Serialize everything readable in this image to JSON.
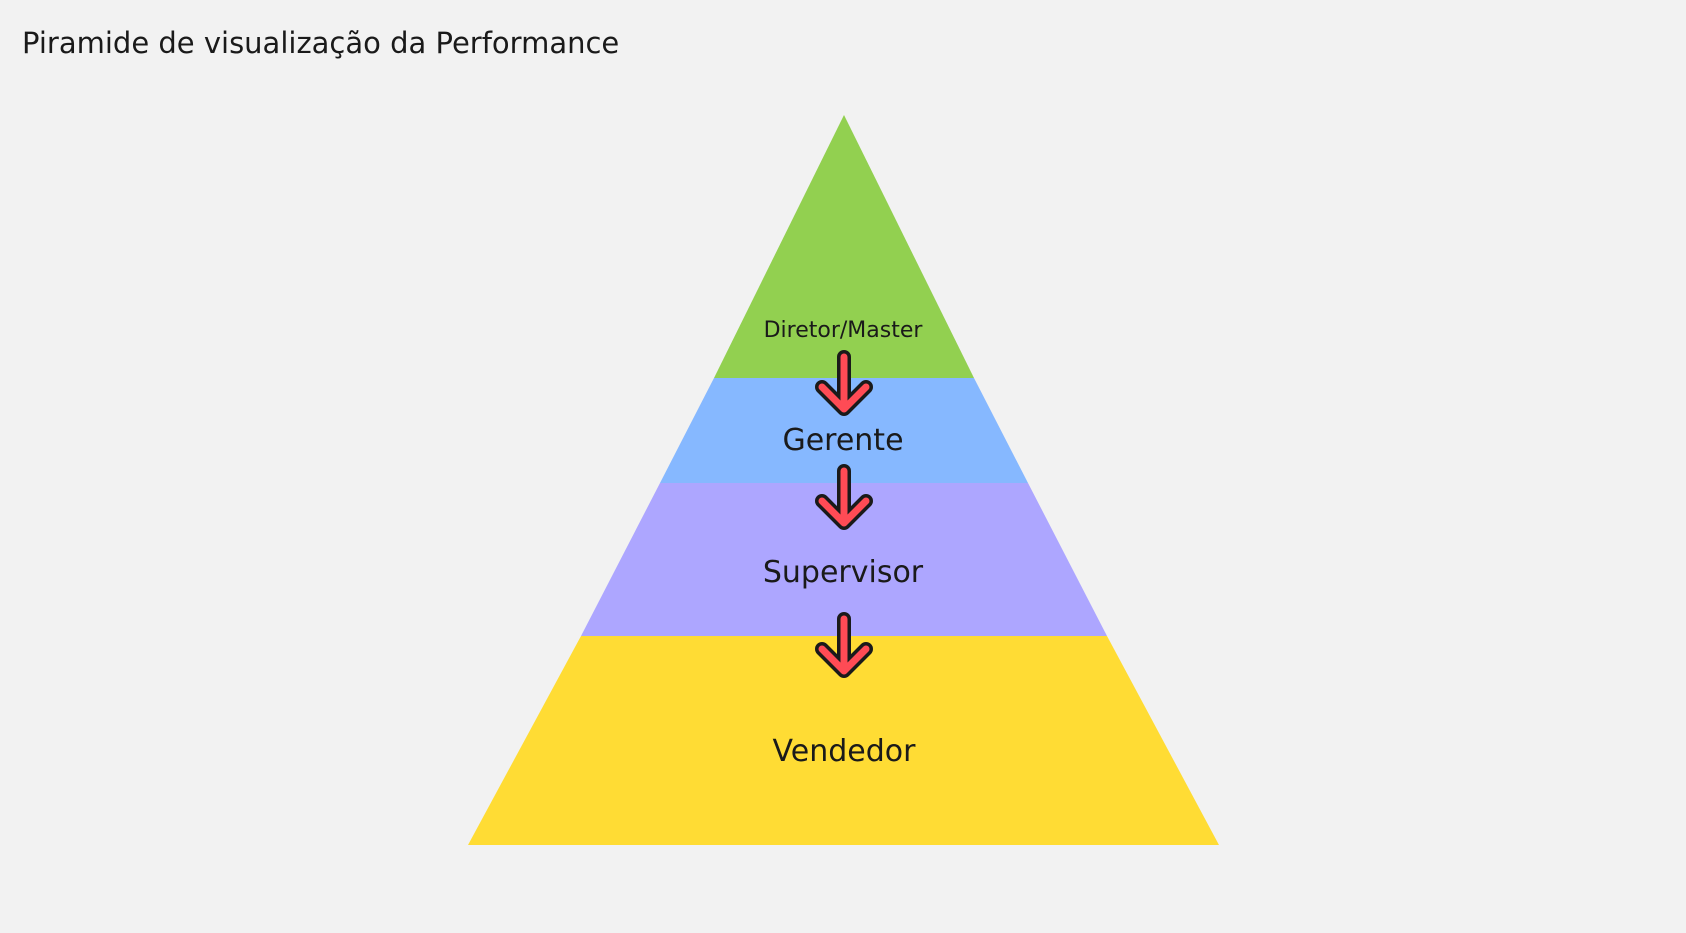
{
  "page": {
    "title": "Piramide de visualização da Performance"
  },
  "pyramid": {
    "levels": [
      {
        "label": "Diretor/Master",
        "color": "#92d050"
      },
      {
        "label": "Gerente",
        "color": "#86b8ff"
      },
      {
        "label": "Supervisor",
        "color": "#ada6ff"
      },
      {
        "label": "Vendedor",
        "color": "#ffdc34"
      }
    ],
    "arrow": {
      "icon": "arrow-down-icon",
      "fill": "#ff4b55",
      "stroke": "#1a1a1a"
    }
  }
}
